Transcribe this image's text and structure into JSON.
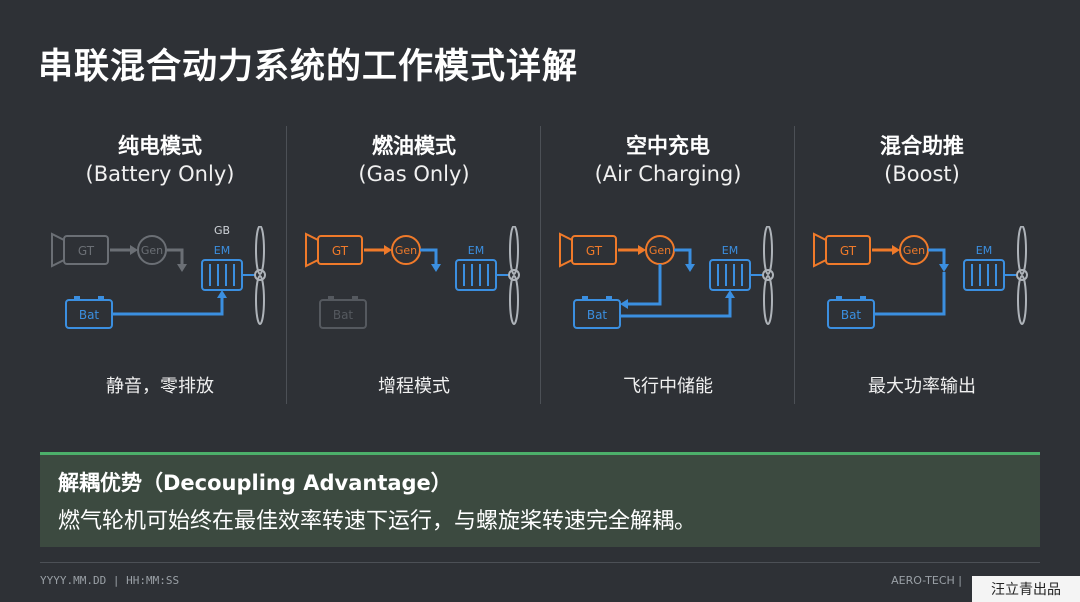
{
  "title": "串联混合动力系统的工作模式详解",
  "modes": [
    {
      "name": "纯电模式",
      "sub": "(Battery Only)",
      "caption": "静音，零排放"
    },
    {
      "name": "燃油模式",
      "sub": "(Gas Only)",
      "caption": "增程模式"
    },
    {
      "name": "空中充电",
      "sub": "(Air Charging)",
      "caption": "飞行中储能"
    },
    {
      "name": "混合助推",
      "sub": "(Boost)",
      "caption": "最大功率输出"
    }
  ],
  "labels": {
    "gt": "GT",
    "gen": "Gen",
    "em": "EM",
    "gb": "GB",
    "bat": "Bat"
  },
  "advantage": {
    "title": "解耦优势（Decoupling Advantage）",
    "text": "燃气轮机可始终在最佳效率转速下运行，与螺旋桨转速完全解耦。"
  },
  "footer": {
    "left": "YYYY.MM.DD | HH:MM:SS",
    "right": "AERO-TECH | "
  },
  "watermark": "汪立青出品",
  "colors": {
    "background": "#2e3136",
    "active_orange": "#f07a2a",
    "flow_blue": "#3b8fe0",
    "inactive_gray": "#6b6f75",
    "accent_green": "#4caf6a"
  }
}
